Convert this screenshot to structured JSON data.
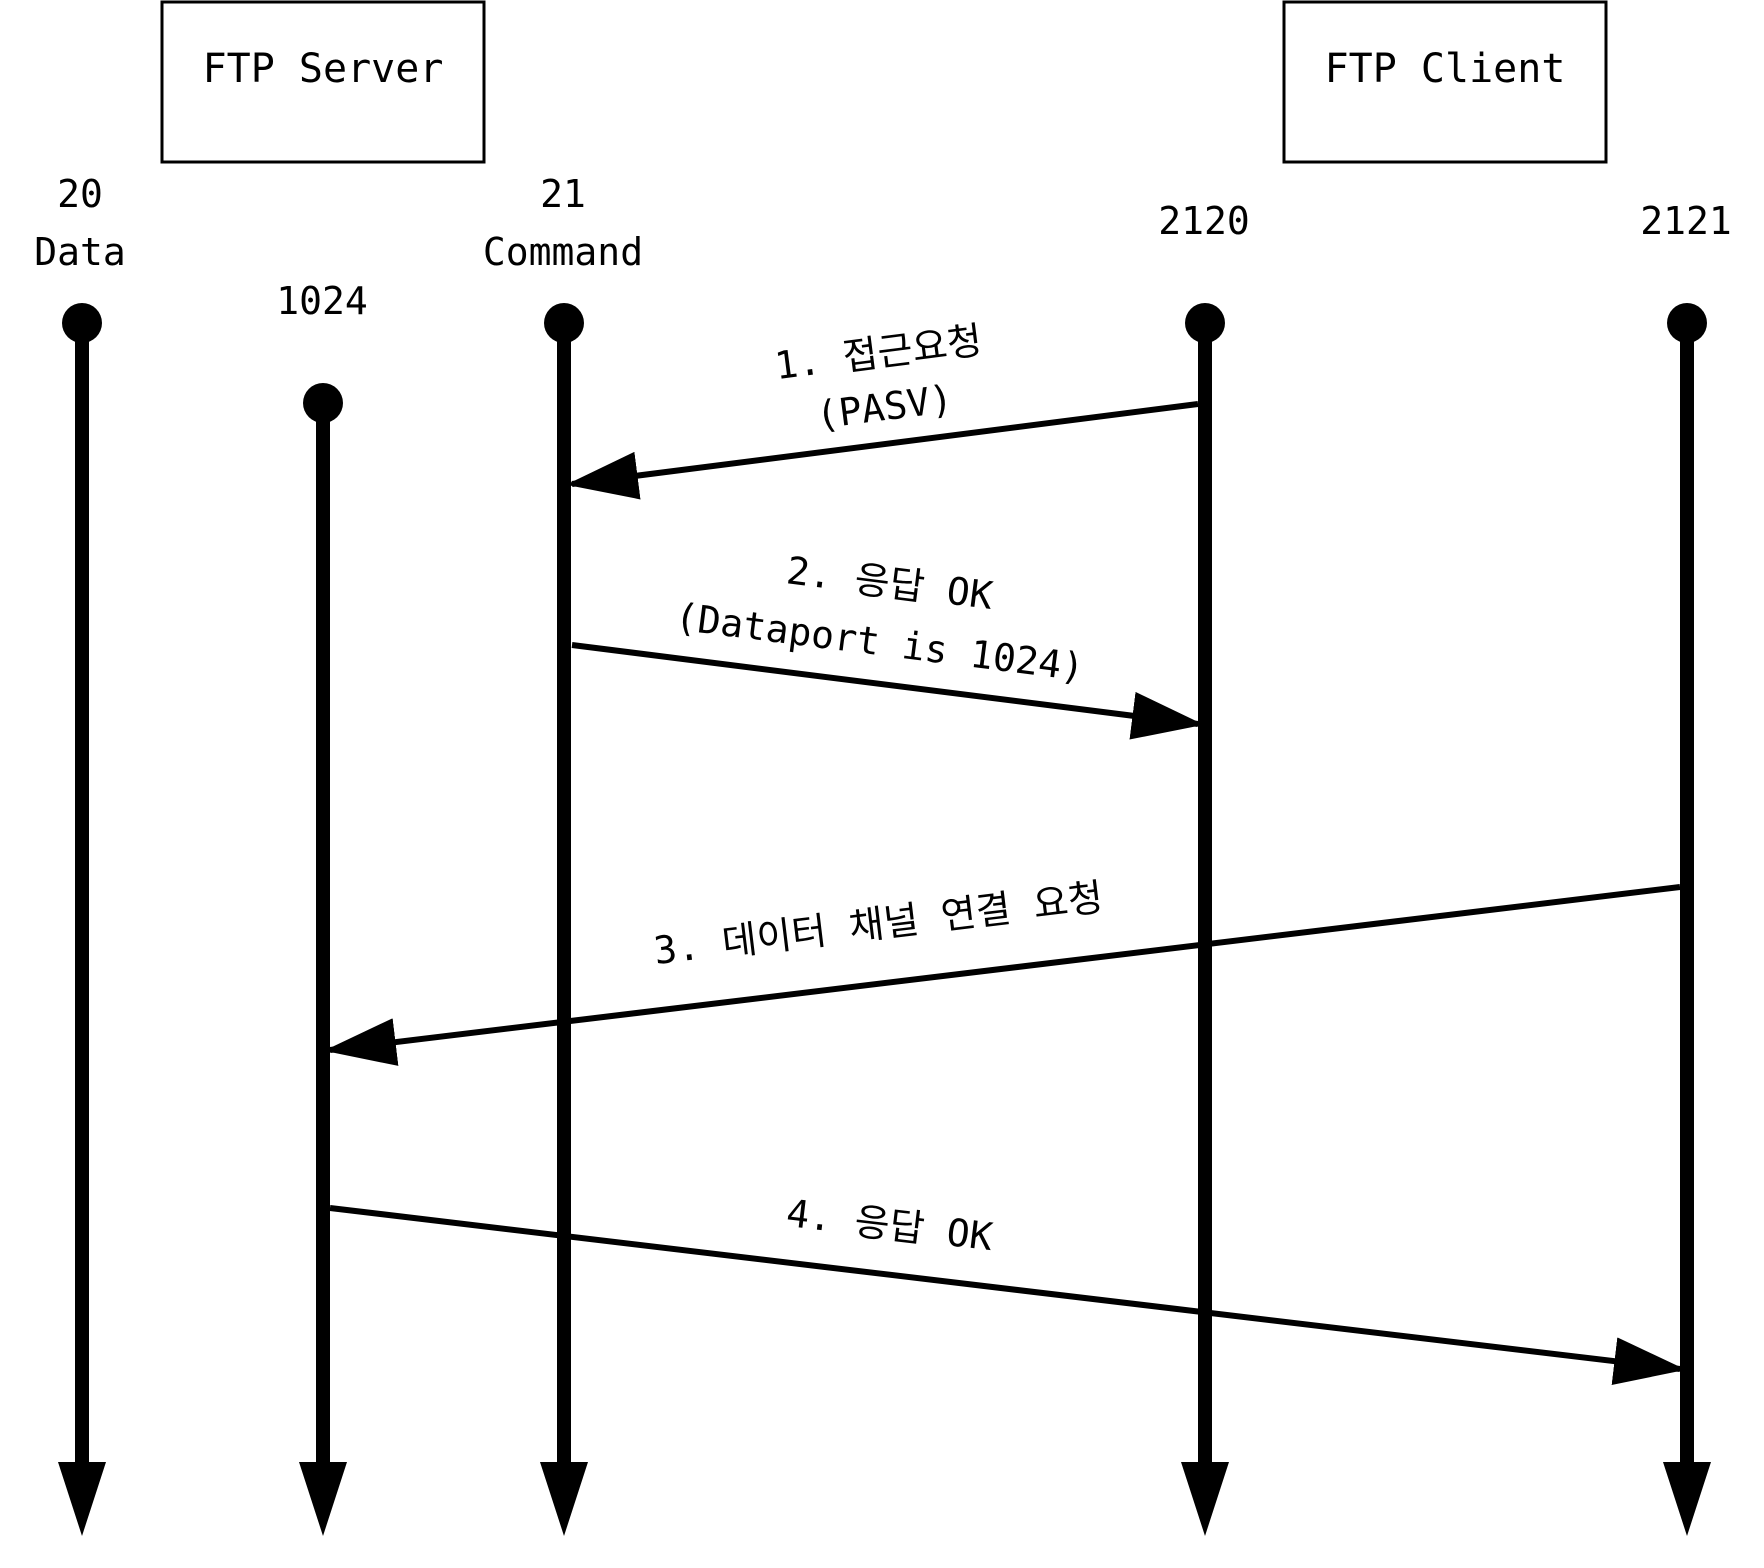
{
  "title": "",
  "entities": [
    {
      "key": "server",
      "name": "FTP Server"
    },
    {
      "key": "client",
      "name": "FTP Client"
    }
  ],
  "ports": [
    {
      "key": "p20",
      "number": "20",
      "role": "Data"
    },
    {
      "key": "p1024",
      "number": "1024",
      "role": ""
    },
    {
      "key": "p21",
      "number": "21",
      "role": "Command"
    },
    {
      "key": "p2120",
      "number": "2120",
      "role": ""
    },
    {
      "key": "p2121",
      "number": "2121",
      "role": ""
    }
  ],
  "messages": [
    {
      "step": 1,
      "from": "p2120",
      "to": "p21",
      "line1": "1. 접근요청",
      "line2": "(PASV)"
    },
    {
      "step": 2,
      "from": "p21",
      "to": "p2120",
      "line1": "2. 응답 OK",
      "line2": "(Dataport is 1024)"
    },
    {
      "step": 3,
      "from": "p2121",
      "to": "p1024",
      "line1": "3. 데이터 채널 연결 요청",
      "line2": ""
    },
    {
      "step": 4,
      "from": "p1024",
      "to": "p2121",
      "line1": "4. 응답 OK",
      "line2": ""
    }
  ],
  "colors": {
    "line": "#000000",
    "background": "#ffffff"
  }
}
